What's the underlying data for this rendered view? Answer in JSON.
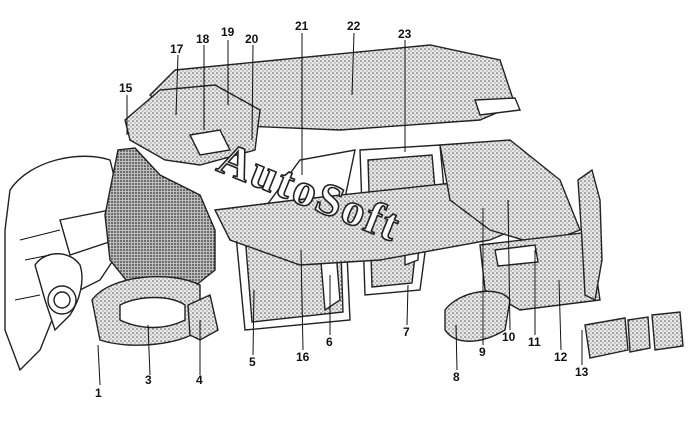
{
  "diagram": {
    "watermark": "AutoSoft",
    "callouts": [
      {
        "id": "c1",
        "label": "1"
      },
      {
        "id": "c2",
        "label": "3"
      },
      {
        "id": "c3",
        "label": "4"
      },
      {
        "id": "c4",
        "label": "5"
      },
      {
        "id": "c5",
        "label": "16"
      },
      {
        "id": "c6",
        "label": "6"
      },
      {
        "id": "c7",
        "label": "7"
      },
      {
        "id": "c8",
        "label": "8"
      },
      {
        "id": "c9",
        "label": "9"
      },
      {
        "id": "c10",
        "label": "10"
      },
      {
        "id": "c11",
        "label": "11"
      },
      {
        "id": "c12",
        "label": "12"
      },
      {
        "id": "c13",
        "label": "13"
      },
      {
        "id": "c14",
        "label": "15"
      },
      {
        "id": "c15",
        "label": "17"
      },
      {
        "id": "c16",
        "label": "18"
      },
      {
        "id": "c17",
        "label": "19"
      },
      {
        "id": "c18",
        "label": "20"
      },
      {
        "id": "c19",
        "label": "21"
      },
      {
        "id": "c20",
        "label": "22"
      },
      {
        "id": "c21",
        "label": "23"
      }
    ]
  }
}
